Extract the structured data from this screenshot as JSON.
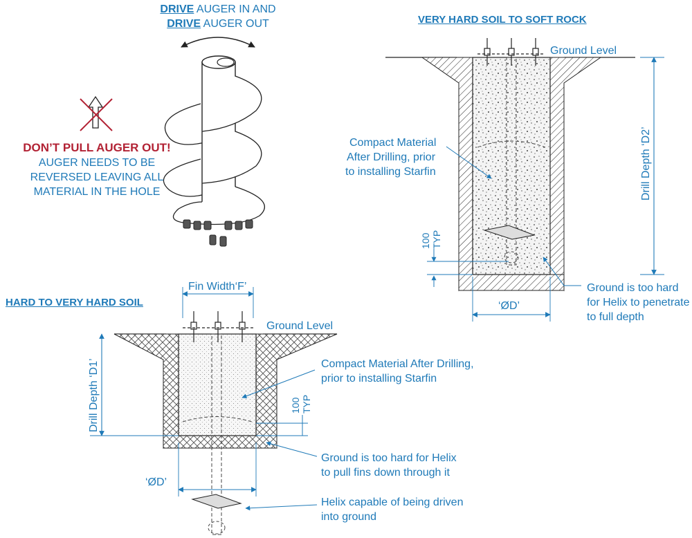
{
  "headings": {
    "auger_line1_bold": "DRIVE",
    "auger_line1_rest": " AUGER IN AND",
    "auger_line2_bold": "DRIVE",
    "auger_line2_rest": " AUGER OUT",
    "very_hard": "VERY HARD SOIL TO SOFT ROCK",
    "hard": "HARD TO VERY HARD SOIL"
  },
  "warning": {
    "title": "DON’T PULL AUGER OUT!",
    "lines": [
      "AUGER NEEDS TO BE",
      "REVERSED LEAVING ALL",
      "MATERIAL IN THE HOLE"
    ]
  },
  "top_right": {
    "ground_level": "Ground Level",
    "compact": [
      "Compact Material",
      "After Drilling, prior",
      "to installing Starfin"
    ],
    "drill_depth": "Drill Depth ‘D2’",
    "dim_100": "100",
    "dim_typ": "TYP",
    "ground_hard": [
      "Ground is too hard",
      "for Helix to penetrate",
      "to full depth"
    ],
    "diameter": "‘ØD’"
  },
  "bottom_left": {
    "fin_width": "Fin Width‘F’",
    "ground_level": "Ground Level",
    "drill_depth": "Drill Depth ‘D1’",
    "compact": [
      "Compact Material After Drilling,",
      "prior to installing Starfin"
    ],
    "dim_100": "100",
    "dim_typ": "TYP",
    "ground_hard": [
      "Ground is too hard for Helix",
      "to pull fins down through it"
    ],
    "diameter": "‘ØD’",
    "helix": [
      "Helix capable of being driven",
      "into ground"
    ]
  },
  "colors": {
    "label": "#1f7ab8",
    "warning": "#b22234",
    "line": "#222222"
  }
}
